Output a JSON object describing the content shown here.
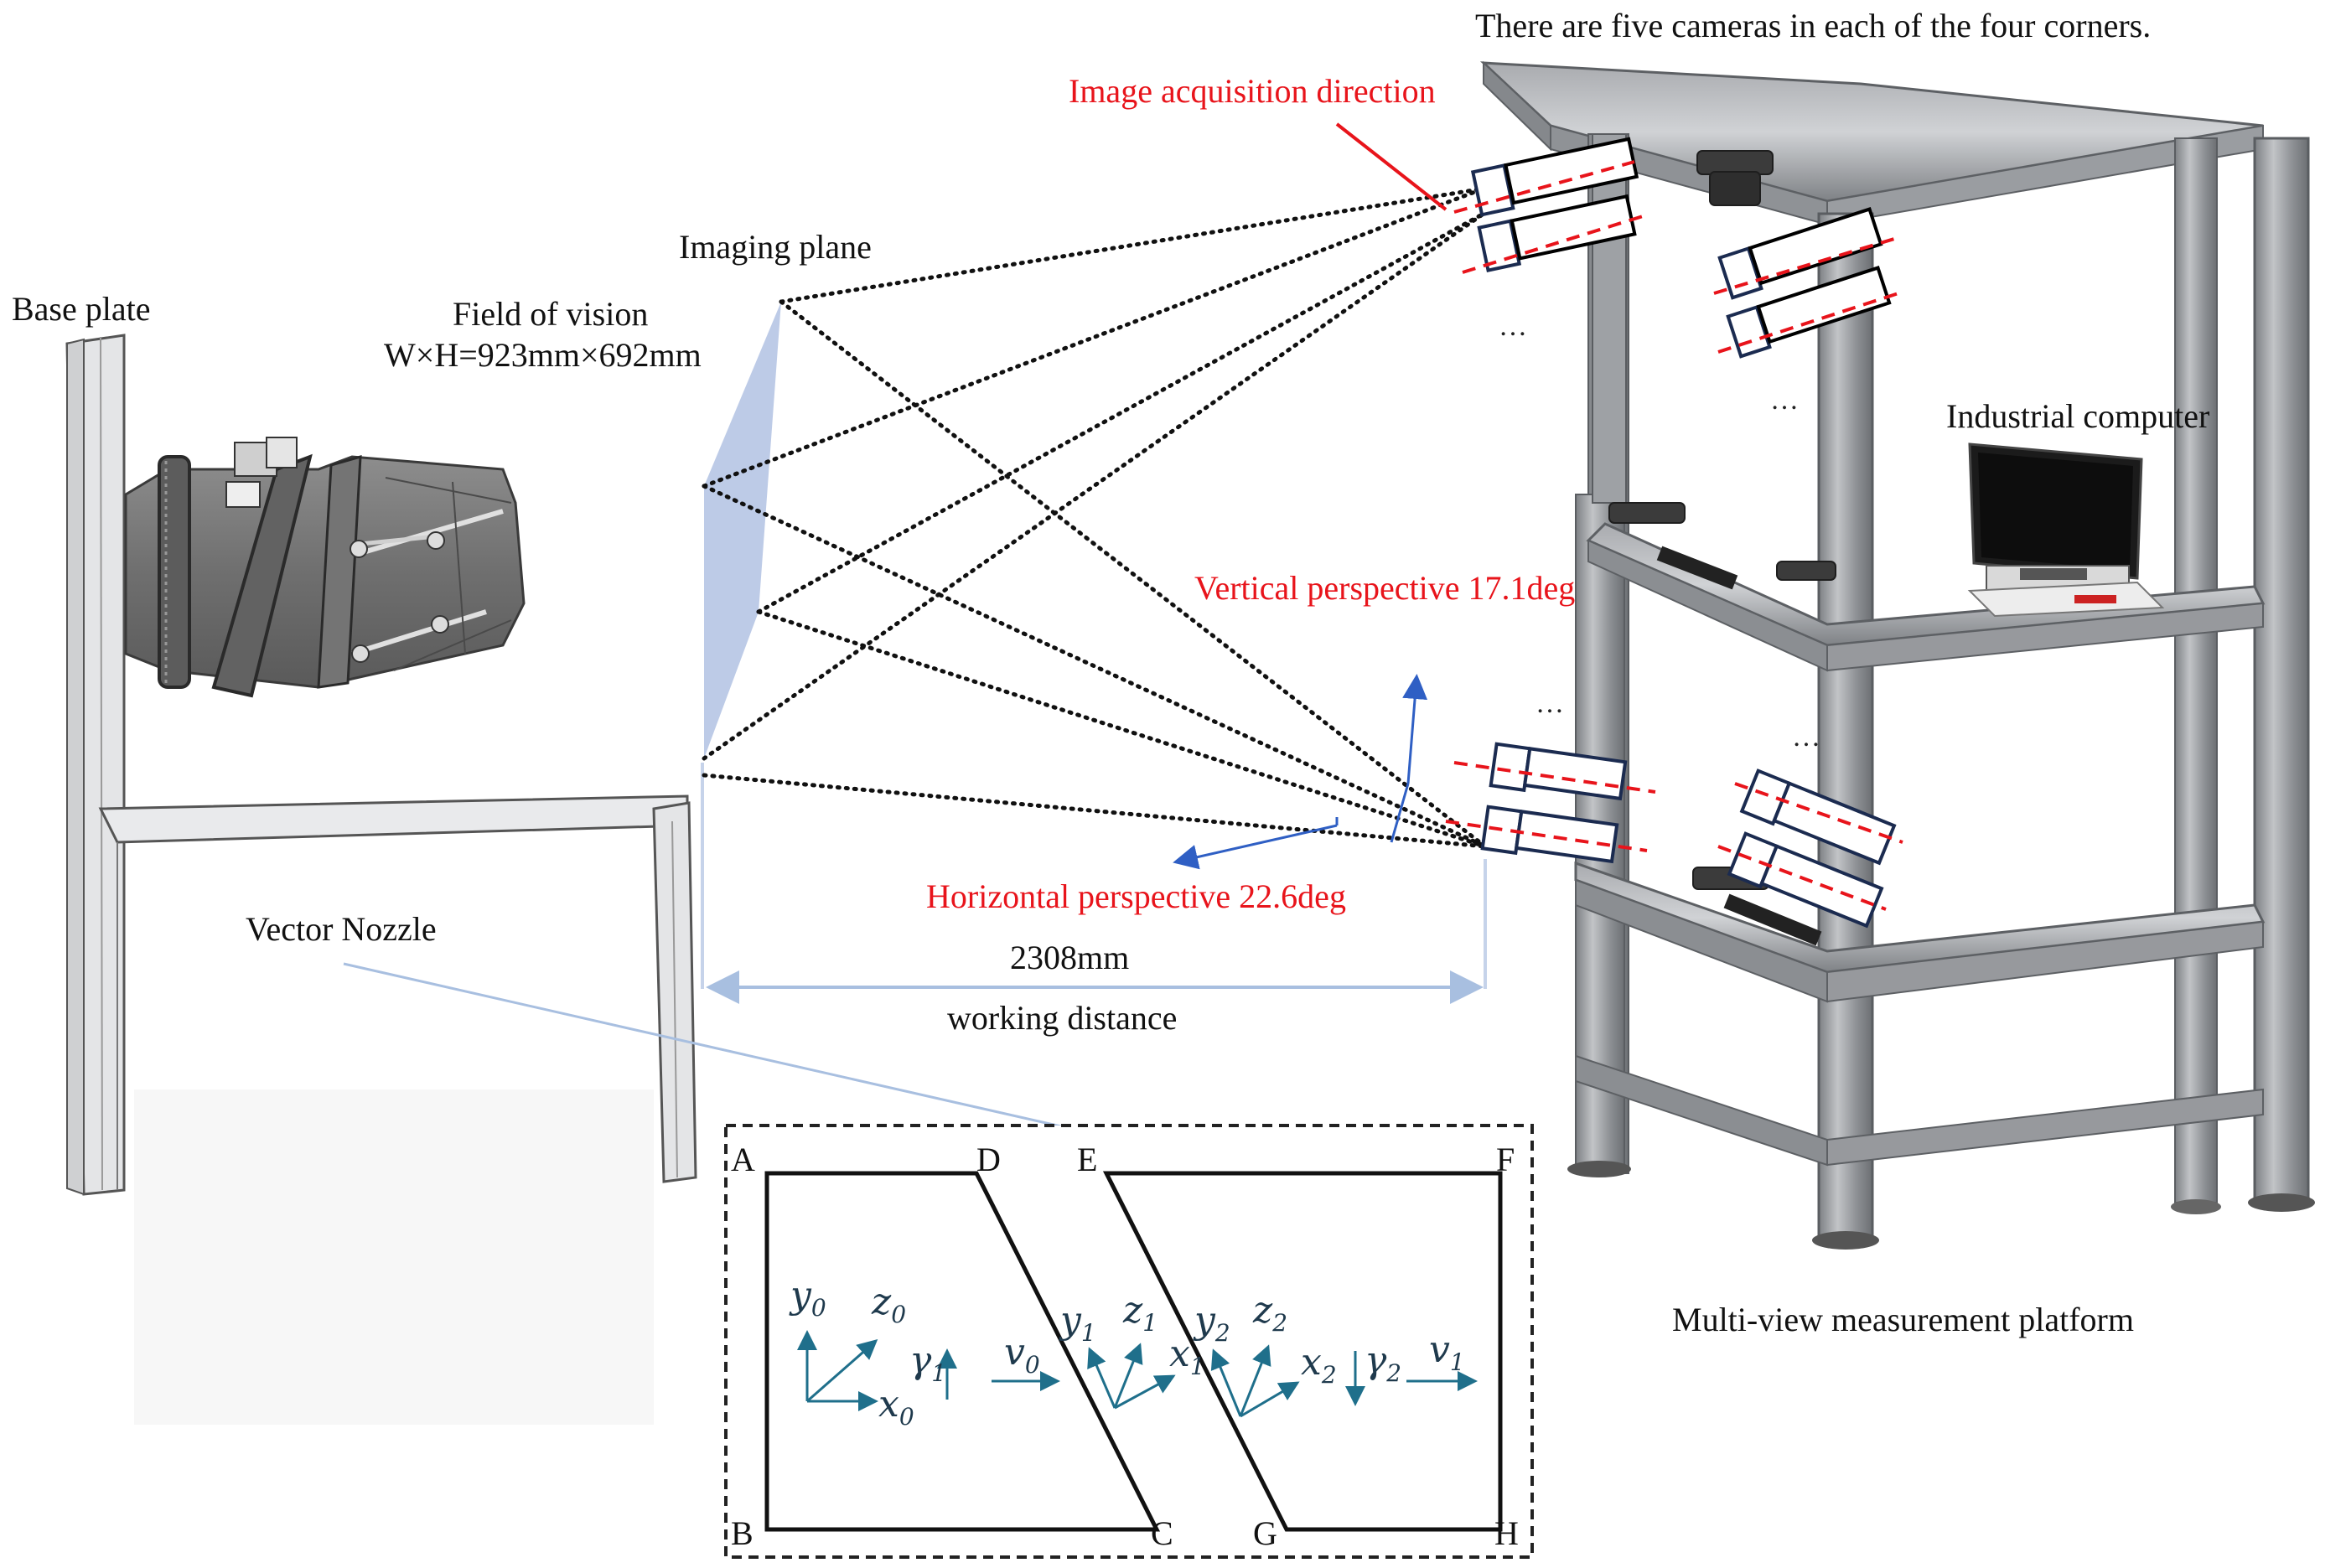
{
  "labels": {
    "base_plate": "Base plate",
    "field_of_vision": "Field of vision",
    "fov_size": "W×H=923mm×692mm",
    "imaging_plane": "Imaging plane",
    "five_cameras": "There are five cameras in each of the four corners.",
    "image_acquisition": "Image acquisition direction",
    "industrial_computer": "Industrial  computer",
    "vertical_perspective": "Vertical perspective 17.1deg",
    "horizontal_perspective": "Horizontal perspective 22.6deg",
    "working_distance_value": "2308mm",
    "working_distance": "working distance",
    "vector_nozzle": "Vector Nozzle",
    "platform": "Multi-view measurement platform",
    "ellipsis": "…"
  },
  "inset": {
    "corners": [
      "A",
      "D",
      "E",
      "F",
      "B",
      "C",
      "G",
      "H"
    ],
    "symbols": {
      "y0": [
        "y",
        "0"
      ],
      "z0": [
        "z",
        "0"
      ],
      "x0": [
        "x",
        "0"
      ],
      "gamma1": [
        "γ",
        "1"
      ],
      "v0": [
        "v",
        "0"
      ],
      "y1": [
        "y",
        "1"
      ],
      "z1": [
        "z",
        "1"
      ],
      "x1": [
        "x",
        "1"
      ],
      "y2": [
        "y",
        "2"
      ],
      "z2": [
        "z",
        "2"
      ],
      "x2": [
        "x",
        "2"
      ],
      "gamma2": [
        "γ",
        "2"
      ],
      "v1": [
        "v",
        "1"
      ]
    }
  },
  "colors": {
    "red": "#e8141b",
    "blue": "#2f5fc4",
    "teal": "#1f6f8b",
    "frame": "#8a8c90",
    "plane": "#b9c8e6",
    "camera": "#1b2b50"
  }
}
